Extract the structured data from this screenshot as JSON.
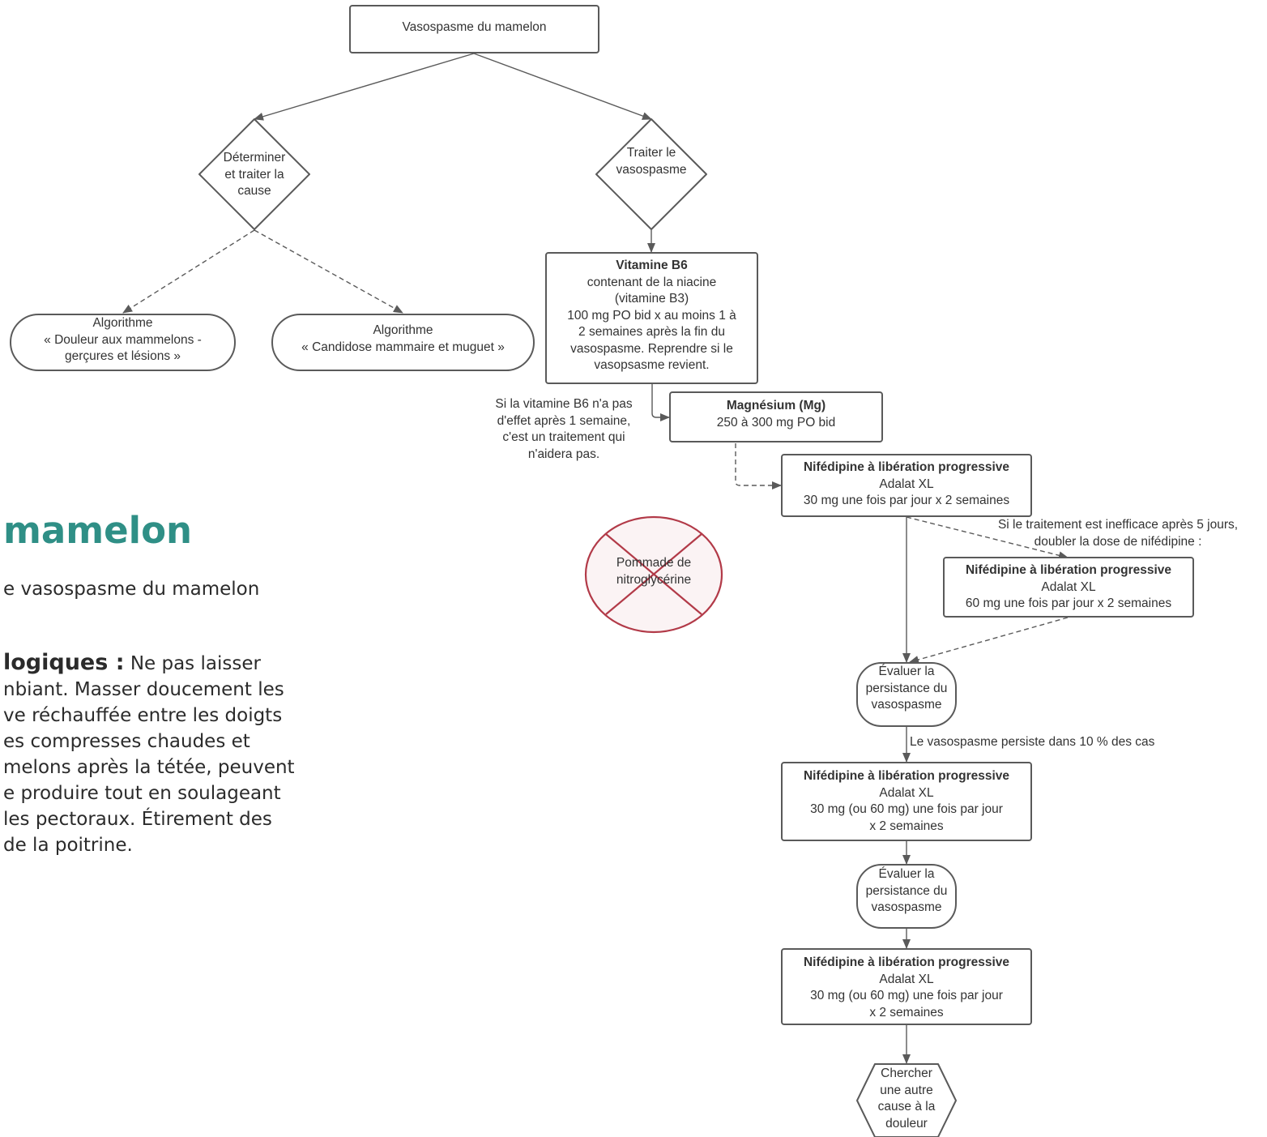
{
  "nodes": {
    "root": "Vasospasme du mamelon",
    "diamond_cause": [
      "Déterminer",
      "et traiter la",
      "cause"
    ],
    "diamond_treat": [
      "Traiter le",
      "vasospasme"
    ],
    "algo_douleur": [
      "Algorithme",
      "« Douleur aux mammelons -",
      "gerçures et lésions »"
    ],
    "algo_candidose": [
      "Algorithme",
      "« Candidose mammaire et muguet »"
    ],
    "vitb6": {
      "title": "Vitamine B6",
      "lines": [
        "contenant de la niacine",
        "(vitamine B3)",
        "100 mg PO bid x au moins 1 à",
        "2 semaines après la fin du",
        "vasospasme. Reprendre si le",
        "vasopsasme revient."
      ]
    },
    "magnesium": {
      "title": "Magnésium (Mg)",
      "lines": [
        "250 à 300 mg PO bid"
      ]
    },
    "nif1": {
      "title": "Nifédipine à libération progressive",
      "lines": [
        "Adalat XL",
        "30 mg une fois par jour x 2 semaines"
      ]
    },
    "nif2": {
      "title": "Nifédipine à libération progressive",
      "lines": [
        "Adalat XL",
        "60 mg une fois par jour x 2 semaines"
      ]
    },
    "nitro": [
      "Pommade de",
      "nitroglycérine"
    ],
    "eval1": [
      "Évaluer la",
      "persistance du",
      "vasospasme"
    ],
    "nif3": {
      "title": "Nifédipine à libération progressive",
      "lines": [
        "Adalat XL",
        "30 mg (ou 60 mg) une fois par jour",
        "x 2 semaines"
      ]
    },
    "eval2": [
      "Évaluer la",
      "persistance du",
      "vasospasme"
    ],
    "nif4": {
      "title": "Nifédipine à libération progressive",
      "lines": [
        "Adalat XL",
        "30 mg (ou 60 mg) une fois par jour",
        "x 2 semaines"
      ]
    },
    "chercher": [
      "Chercher",
      "une autre",
      "cause à la",
      "douleur"
    ]
  },
  "edge_labels": {
    "b6_note": [
      "Si la vitamine B6 n'a pas",
      "d'effet après 1 semaine,",
      "c'est un traitement qui",
      "n'aidera pas."
    ],
    "inefficace": [
      "Si le traitement est inefficace après 5 jours,",
      "doubler la dose de nifédipine :"
    ],
    "persiste": "Le vasospasme persiste dans 10 % des cas"
  },
  "background_doc": {
    "title_fragment": "mamelon",
    "subtitle_fragment": "e vasospasme du mamelon",
    "para_bold": "logiques :",
    "para_first_rest": " Ne pas laisser",
    "para_lines": [
      "nbiant. Masser doucement les",
      "ve réchauffée entre les doigts",
      "es compresses chaudes et",
      "melons après la tétée, peuvent",
      "e produire tout en soulageant",
      "les pectoraux. Étirement des",
      "de la poitrine."
    ]
  },
  "colors": {
    "accent_teal": "#2f8f86",
    "forbidden_red": "#b23a48",
    "forbidden_fill": "#fbf3f4",
    "stroke": "#5a5a5a"
  }
}
